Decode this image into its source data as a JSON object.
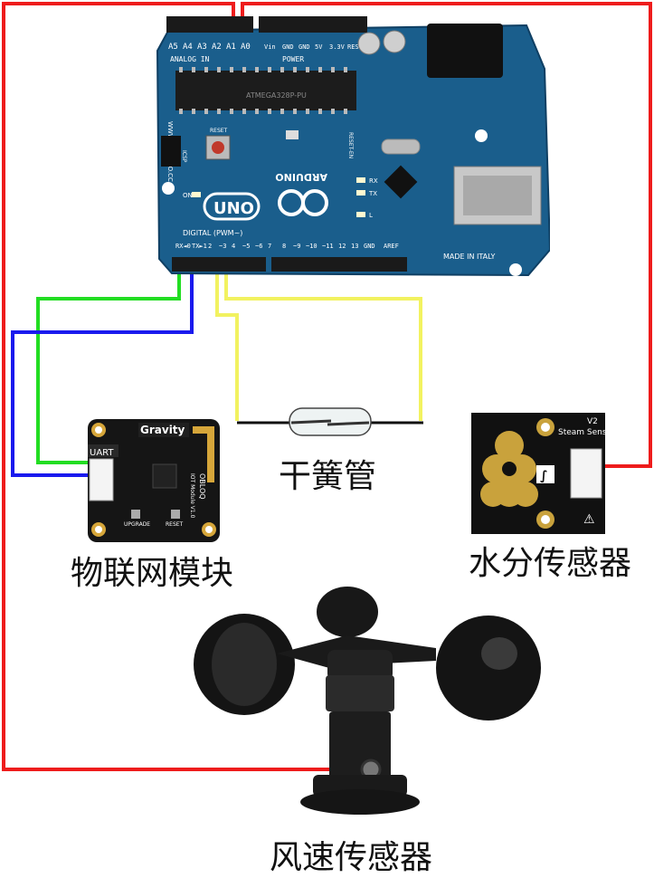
{
  "labels": {
    "iot_module": "物联网模块",
    "reed_switch": "干簧管",
    "moisture_sensor": "水分传感器",
    "wind_sensor": "风速传感器"
  },
  "arduino": {
    "brand": "ARDUINO",
    "model": "UNO",
    "site": "WWW.ARDUINO.CC",
    "analog_in": "ANALOG IN",
    "analog_pins": [
      "A5",
      "A4",
      "A3",
      "A2",
      "A1",
      "A0"
    ],
    "power_label": "POWER",
    "power_pins": [
      "Vin",
      "GND",
      "GND",
      "5V",
      "3.3V",
      "RESET"
    ],
    "digital_label": "DIGITAL (PWM~)",
    "digital_pins": [
      "RX◄0",
      "TX►1",
      "2",
      "~3",
      "4",
      "~5",
      "~6",
      "7",
      "8",
      "~9",
      "~10",
      "~11",
      "12",
      "13",
      "GND",
      "AREF"
    ],
    "chip": "ATMEGA328P-PU",
    "made_in": "MADE IN ITALY",
    "led_tx": "TX",
    "led_rx": "RX",
    "led_l": "L",
    "led_on": "ON",
    "reset_label": "RESET",
    "icsp_label": "ICSP",
    "reset_en": "RESET-EN"
  },
  "iot": {
    "brand": "Gravity",
    "port": "UART",
    "name": "OBLOQ",
    "subname": "IOT Module V1.0",
    "btn_upgrade": "UPGRADE",
    "btn_reset": "RESET"
  },
  "moisture": {
    "name": "Steam Sensor",
    "version": "V2"
  },
  "colors": {
    "red_wire": "#ee1c1c",
    "green_wire": "#22dd22",
    "blue_wire": "#1a1aee",
    "yellow_wire": "#f2f260",
    "board_blue": "#1a5e8c",
    "black_wire": "#111111"
  }
}
